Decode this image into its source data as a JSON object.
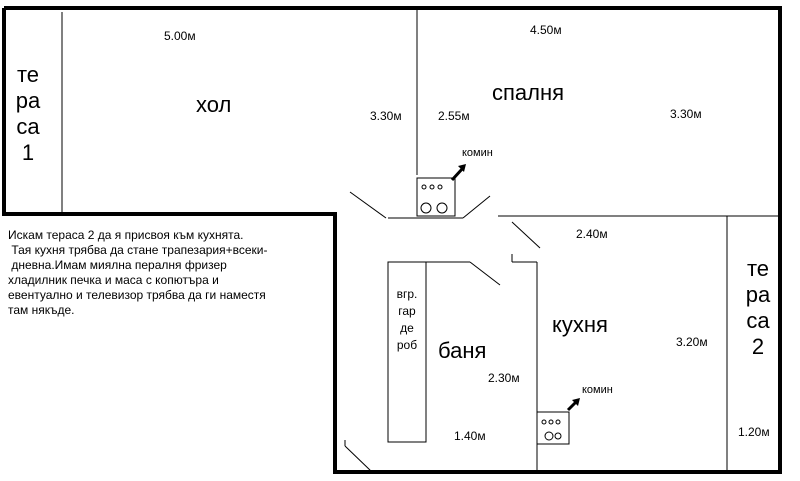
{
  "rooms": {
    "hol": "хол",
    "spalnya": "спалня",
    "kuhnya": "кухня",
    "banya": "баня"
  },
  "terraces": {
    "t1": [
      "те",
      "ра",
      "са",
      "1"
    ],
    "t2": [
      "те",
      "ра",
      "са",
      "2"
    ]
  },
  "wardrobe": [
    "вгр.",
    "гар",
    "де",
    "роб"
  ],
  "chimney_label": "комин",
  "dimensions": {
    "hol_width": "5.00м",
    "hol_height": "3.30м",
    "spalnya_width": "4.50м",
    "spalnya_left": "2.55м",
    "spalnya_right": "3.30м",
    "kuhnya_width": "2.40м",
    "kuhnya_height": "3.20м",
    "banya_height": "2.30м",
    "banya_width": "1.40м",
    "teras2_width": "1.20м"
  },
  "note": "Искам тераса 2 да я присвоя към кухнята.\n Тая кухня трябва да стане трапезария+всеки-\n дневна.Имам миялна пералня фризер\nхладилник печка и маса с копютъра и\nевентуално и телевизор трябва да ги наместя\nтам някъде."
}
